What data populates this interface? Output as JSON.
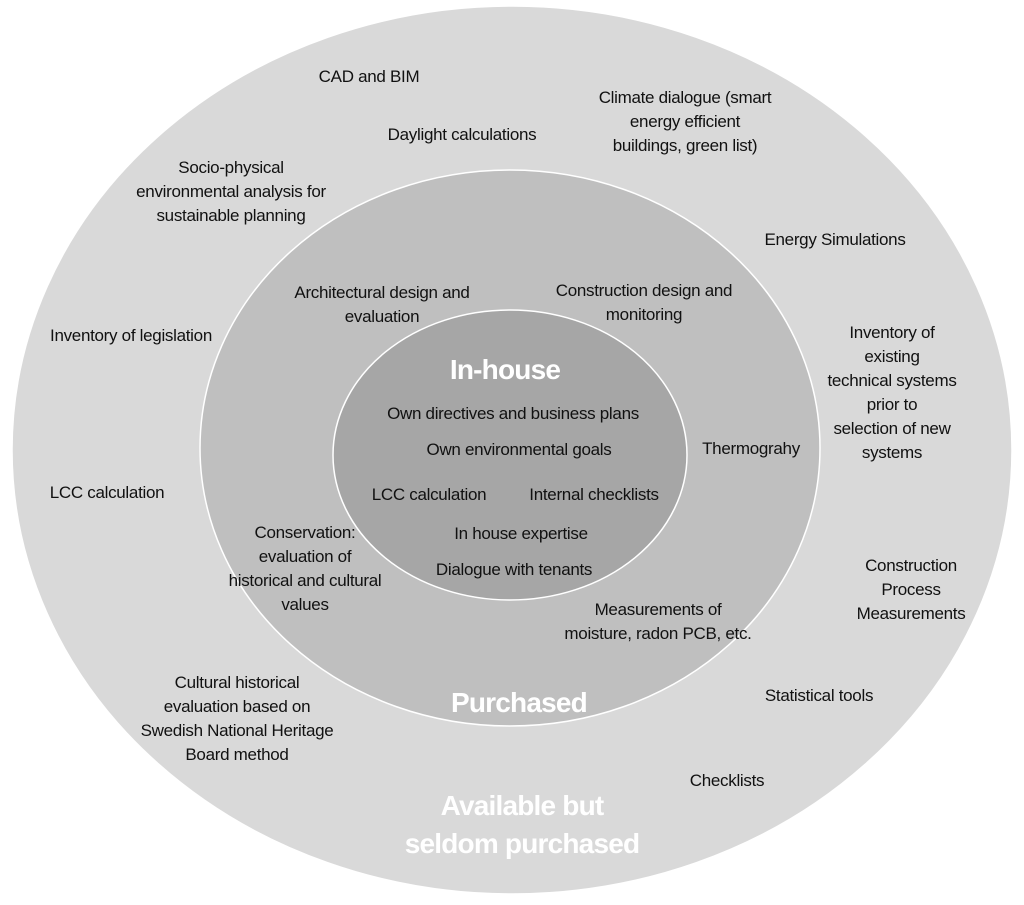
{
  "colors": {
    "outer_ring": "#d9d9d9",
    "middle_ring": "#bfbfbf",
    "inner_ring": "#a6a6a6",
    "ring_stroke": "#ffffff",
    "heading_text": "#ffffff",
    "label_text": "#111111"
  },
  "rings": {
    "inner": {
      "heading": "In-house",
      "items": [
        "Own directives and business plans",
        "Own environmental goals",
        "LCC calculation",
        "Internal checklists",
        "In house expertise",
        "Dialogue with tenants"
      ]
    },
    "middle": {
      "heading": "Purchased",
      "items": [
        "Architectural design and\nevaluation",
        "Construction design and\nmonitoring",
        "Thermograhy",
        "Conservation:\nevaluation of\nhistorical and cultural\nvalues",
        "Measurements of\nmoisture, radon PCB, etc."
      ]
    },
    "outer": {
      "heading": "Available but\nseldom purchased",
      "items": [
        "CAD and BIM",
        "Daylight calculations",
        "Climate dialogue (smart\nenergy efficient\nbuildings, green list)",
        "Socio-physical\nenvironmental analysis for\nsustainable planning",
        "Energy Simulations",
        "Inventory of legislation",
        "Inventory of existing\ntechnical systems prior to\nselection of new systems",
        "LCC calculation",
        "Construction Process\nMeasurements",
        "Cultural historical\nevaluation based on\nSwedish National Heritage\nBoard method",
        "Statistical  tools",
        "Checklists"
      ]
    }
  }
}
